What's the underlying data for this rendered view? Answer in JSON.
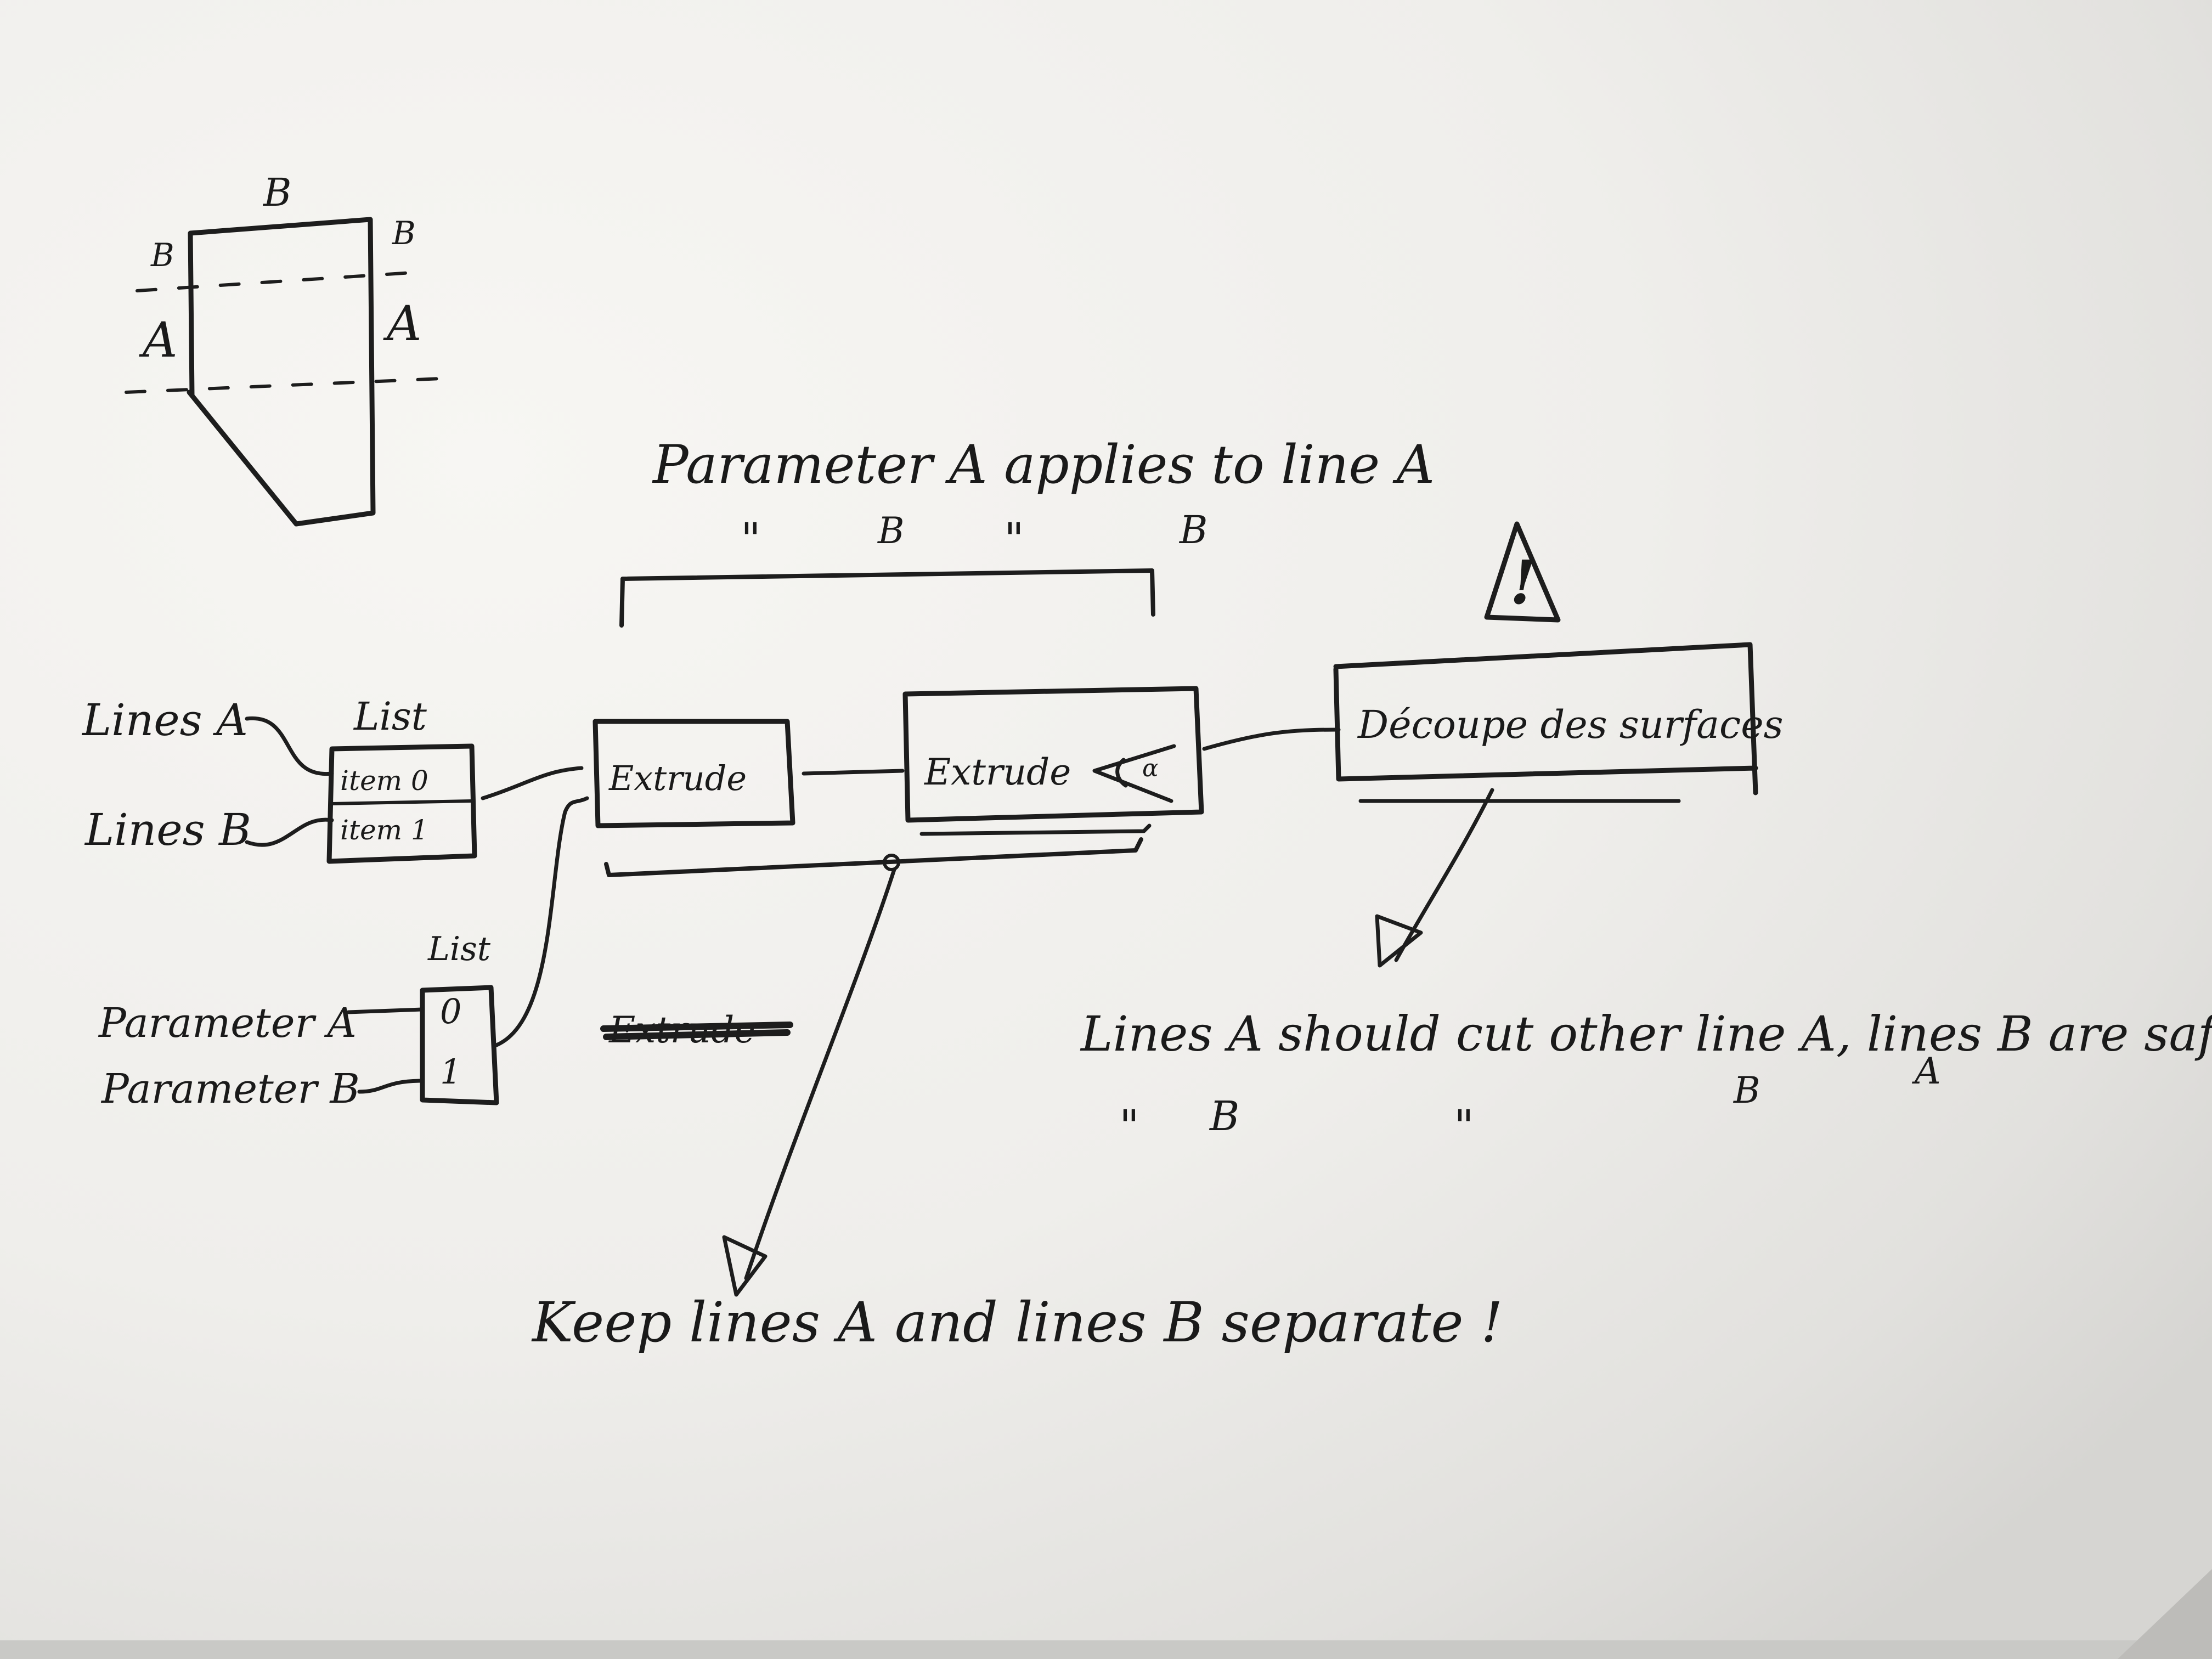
{
  "sketch": {
    "top_label": "B",
    "left_top_label": "B",
    "right_top_label": "B",
    "left_mid_label": "A",
    "right_mid_label": "A"
  },
  "annotation_top": {
    "line1": "Parameter A applies to line A",
    "ditto1": "\"",
    "b1": "B",
    "ditto2": "\"",
    "b2": "B"
  },
  "nodes": {
    "lines_a": "Lines A",
    "lines_b": "Lines B",
    "list1_title": "List",
    "list1_item0": "item 0",
    "list1_item1": "item 1",
    "list2_title": "List",
    "list2_item0": "0",
    "list2_item1": "1",
    "param_a": "Parameter A",
    "param_b": "Parameter B",
    "extrude1": "Extrude",
    "extrude2": "Extrude",
    "extrude_crossed": "Extrude",
    "decoupe": "Découpe des surfaces",
    "warning": "!"
  },
  "notes": {
    "bottom": "Keep lines A and lines B separate !",
    "right_line1": "Lines A should cut other line A, lines B are safe.",
    "right_ditto1": "\"",
    "right_b": "B",
    "right_ditto2": "\"",
    "right_b2": "B",
    "right_a": "A"
  }
}
